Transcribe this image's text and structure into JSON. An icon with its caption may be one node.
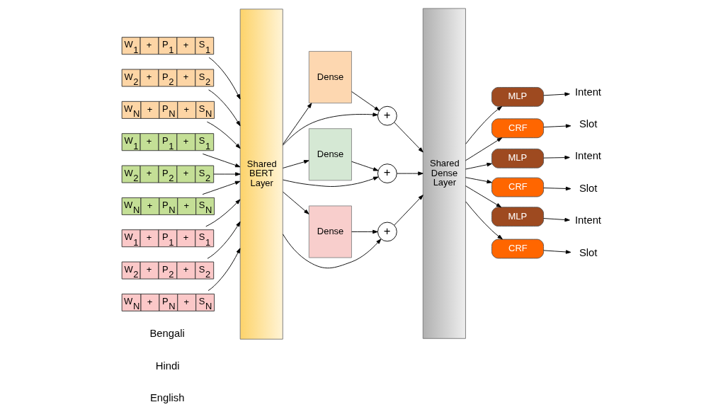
{
  "diagram": {
    "nodes": [
      {
        "text": [
          "W$_{1}$",
          "+",
          "P$_{1}$",
          "+",
          "S$_{1}$"
        ]
      },
      {
        "text": [
          "W$_{2}$",
          "+",
          "P$_{2}$",
          "+",
          "S$_{2}$"
        ]
      },
      {
        "text": [
          "W$_{N}$",
          "+",
          "P$_{N}$",
          "+",
          "S$_{N}$"
        ]
      },
      {
        "text": [
          "W$_{1}$",
          "+",
          "P$_{1}$",
          "+",
          "S$_{1}$"
        ]
      },
      {
        "text": [
          "W$_{2}$",
          "+",
          "P$_{2}$",
          "+",
          "S$_{2}$"
        ]
      },
      {
        "text": [
          "W$_{N}$",
          "+",
          "P$_{N}$",
          "+",
          "S$_{N}$"
        ]
      },
      {
        "text": [
          "W$_{1}$",
          "+",
          "P$_{1}$",
          "+",
          "S$_{1}$"
        ]
      },
      {
        "text": [
          "W$_{2}$",
          "+",
          "P$_{2}$",
          "+",
          "S$_{2}$"
        ]
      },
      {
        "text": [
          "W$_{N}$",
          "+",
          "P$_{N}$",
          "+",
          "S$_{N}$"
        ]
      },
      {
        "text": [
          "Shared BERT Layer"
        ]
      },
      {
        "text": [
          "Dense"
        ]
      },
      {
        "text": [
          "+"
        ]
      },
      {
        "text": [
          "Dense"
        ]
      },
      {
        "text": [
          "+"
        ]
      },
      {
        "text": [
          "Dense"
        ]
      },
      {
        "text": [
          "+"
        ]
      },
      {
        "text": [
          "Shared Dense Layer"
        ]
      },
      {
        "text": [
          "MLP"
        ]
      },
      {
        "text": [
          "CRF"
        ]
      },
      {
        "text": [
          "MLP"
        ]
      },
      {
        "text": [
          "CRF"
        ]
      },
      {
        "text": [
          "MLP"
        ]
      },
      {
        "text": [
          "CRF"
        ]
      },
      {
        "text": [
          "Intent"
        ]
      },
      {
        "text": [
          "Slot"
        ]
      },
      {
        "text": [
          "Intent"
        ]
      },
      {
        "text": [
          "Slot"
        ]
      },
      {
        "text": [
          "Intent"
        ]
      },
      {
        "text": [
          "Slot"
        ]
      }
    ],
    "edges": [
      {
        "from": 0,
        "to": 9,
        "arrow": "to"
      },
      {
        "from": 1,
        "to": 9,
        "arrow": "to"
      },
      {
        "from": 2,
        "to": 9,
        "arrow": "to"
      },
      {
        "from": 3,
        "to": 9,
        "arrow": "to"
      },
      {
        "from": 4,
        "to": 9,
        "arrow": "to"
      },
      {
        "from": 5,
        "to": 9,
        "arrow": "to"
      },
      {
        "from": 6,
        "to": 9,
        "arrow": "to"
      },
      {
        "from": 7,
        "to": 9,
        "arrow": "to"
      },
      {
        "from": 8,
        "to": 9,
        "arrow": "to"
      },
      {
        "from": 9,
        "to": 10,
        "arrow": "to"
      },
      {
        "from": 9,
        "to": 11,
        "arrow": "to"
      },
      {
        "from": 10,
        "to": 11,
        "arrow": "to"
      },
      {
        "from": 11,
        "to": 16,
        "arrow": "to"
      },
      {
        "from": 9,
        "to": 12,
        "arrow": "to"
      },
      {
        "from": 9,
        "to": 13,
        "arrow": "to"
      },
      {
        "from": 12,
        "to": 13,
        "arrow": "to"
      },
      {
        "from": 13,
        "to": 16,
        "arrow": "to"
      },
      {
        "from": 9,
        "to": 14,
        "arrow": "to"
      },
      {
        "from": 9,
        "to": 15,
        "arrow": "to"
      },
      {
        "from": 14,
        "to": 15,
        "arrow": "to"
      },
      {
        "from": 15,
        "to": 16,
        "arrow": "to"
      },
      {
        "from": 16,
        "to": 17,
        "arrow": "to"
      },
      {
        "from": 16,
        "to": 18,
        "arrow": "to"
      },
      {
        "from": 16,
        "to": 19,
        "arrow": "to"
      },
      {
        "from": 16,
        "to": 20,
        "arrow": "to"
      },
      {
        "from": 16,
        "to": 21,
        "arrow": "to"
      },
      {
        "from": 16,
        "to": 22,
        "arrow": "to"
      },
      {
        "from": 17,
        "to": 23,
        "arrow": "to"
      },
      {
        "from": 18,
        "to": 24,
        "arrow": "to"
      },
      {
        "from": 19,
        "to": 25,
        "arrow": "to"
      },
      {
        "from": 20,
        "to": 26,
        "arrow": "to"
      },
      {
        "from": 21,
        "to": 27,
        "arrow": "to"
      },
      {
        "from": 22,
        "to": 28,
        "arrow": "to"
      }
    ],
    "labels": [
      "English",
      "Hindi",
      "Bengali"
    ]
  }
}
